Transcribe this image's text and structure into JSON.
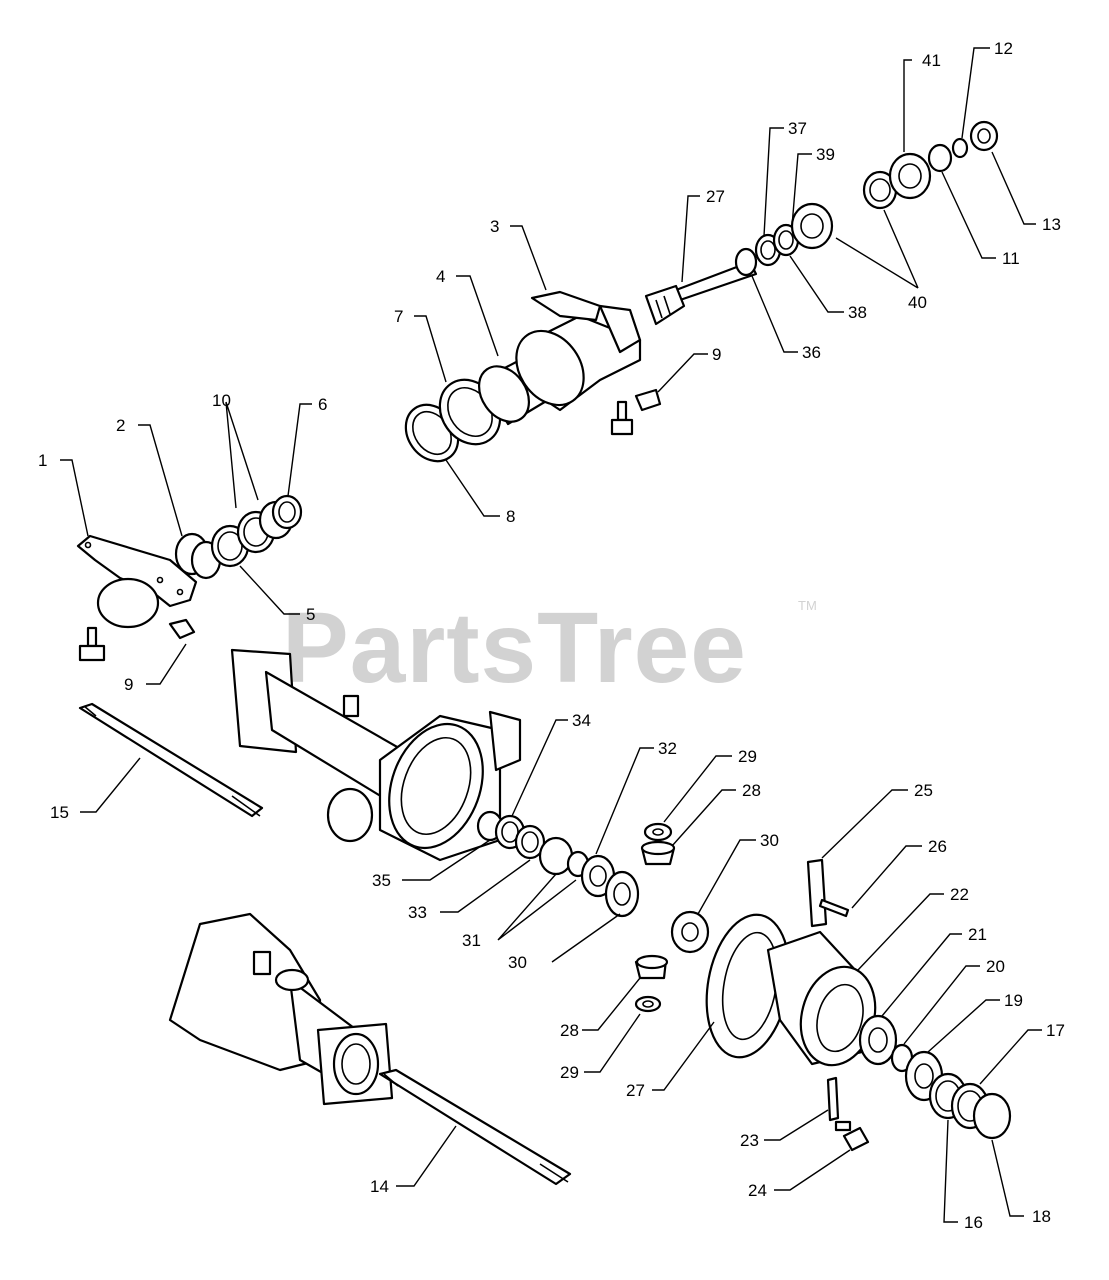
{
  "watermark": {
    "text": "PartsTree",
    "mark": "TM",
    "color": "#d2d2d2"
  },
  "callouts": [
    "1",
    "2",
    "3",
    "4",
    "5",
    "6",
    "7",
    "8",
    "9",
    "10",
    "11",
    "12",
    "13",
    "14",
    "15",
    "16",
    "17",
    "18",
    "19",
    "20",
    "21",
    "22",
    "23",
    "24",
    "25",
    "26",
    "27",
    "28",
    "29",
    "30",
    "31",
    "32",
    "33",
    "34",
    "35",
    "36",
    "37",
    "38",
    "39",
    "40",
    "41"
  ],
  "line_color": "#000000"
}
